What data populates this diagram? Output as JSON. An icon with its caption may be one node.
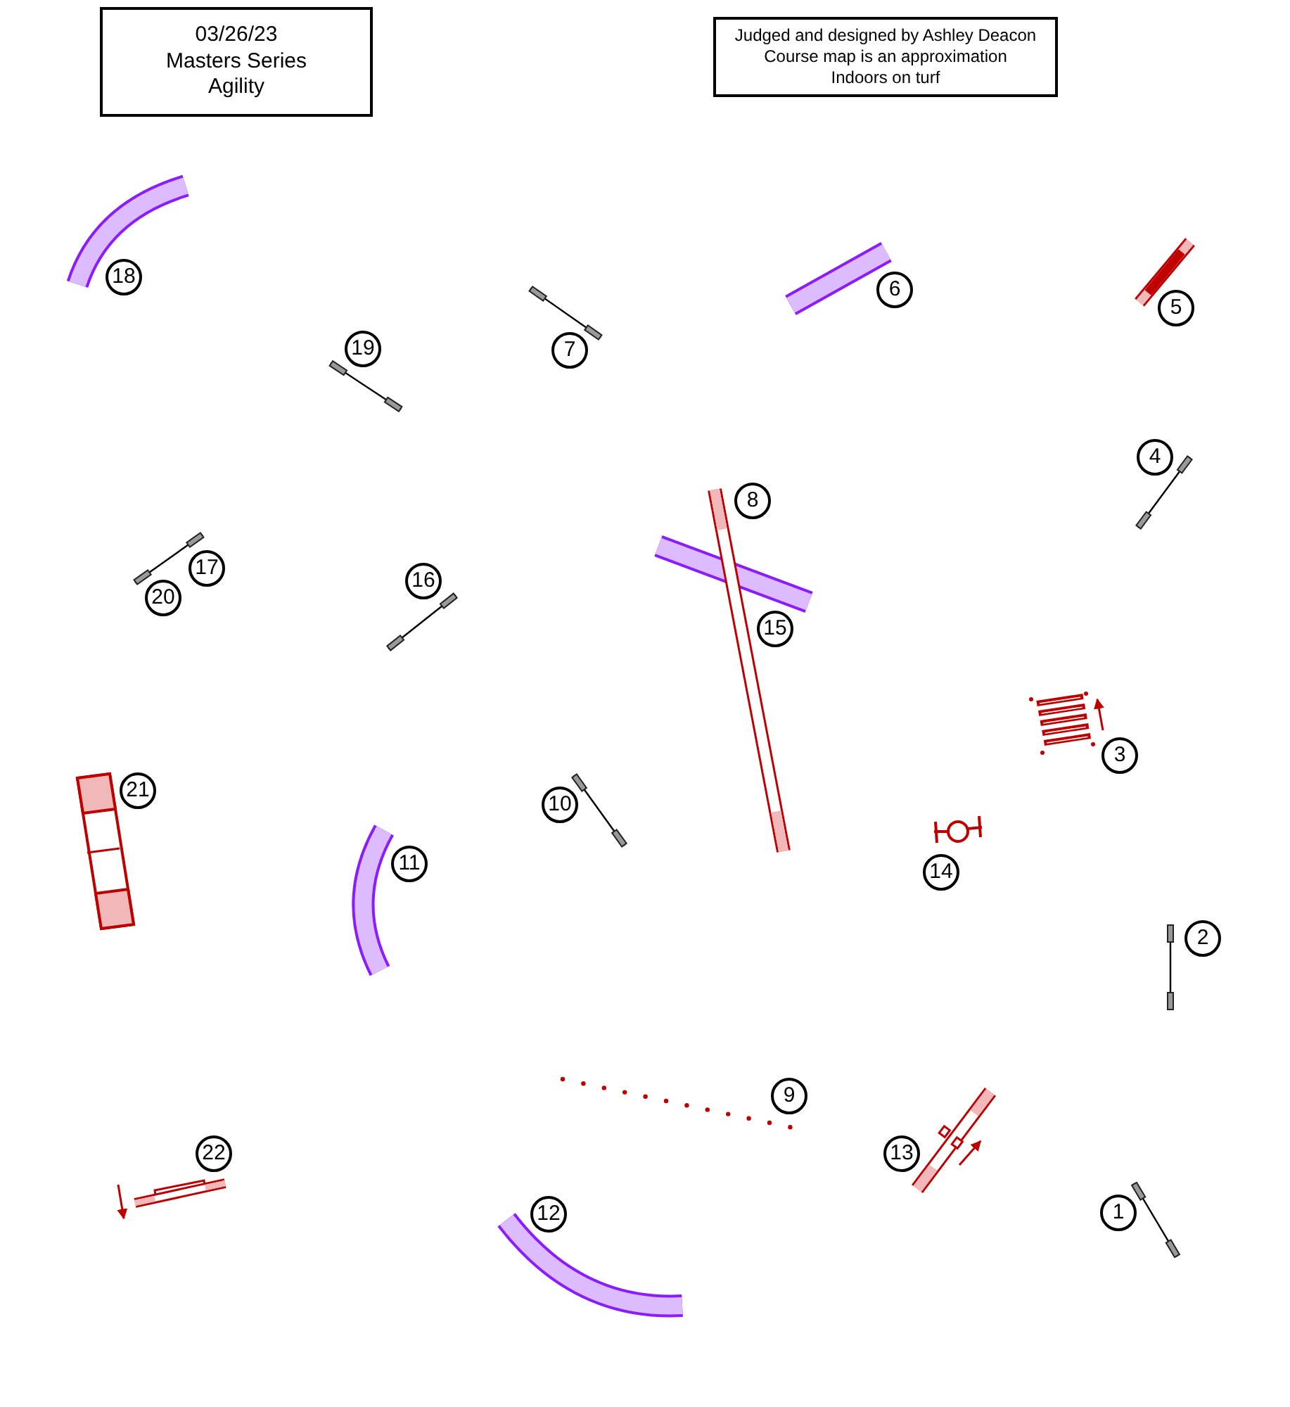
{
  "diagram": {
    "nodes": [
      {
        "text": [
          "03/26/23",
          "Masters Series",
          "Agility"
        ]
      },
      {
        "text": [
          "Judged and designed by Ashley Deacon",
          "Course map is an approximation",
          "Indoors on turf"
        ]
      },
      {
        "text": [
          "1"
        ]
      },
      {
        "text": [
          "2"
        ]
      },
      {
        "text": [
          "3"
        ]
      },
      {
        "text": [
          "4"
        ]
      },
      {
        "text": [
          "5"
        ]
      },
      {
        "text": [
          "6"
        ]
      },
      {
        "text": [
          "7"
        ]
      },
      {
        "text": [
          "8"
        ]
      },
      {
        "text": [
          "9"
        ]
      },
      {
        "text": [
          "10"
        ]
      },
      {
        "text": [
          "11"
        ]
      },
      {
        "text": [
          "12"
        ]
      },
      {
        "text": [
          "13"
        ]
      },
      {
        "text": [
          "14"
        ]
      },
      {
        "text": [
          "15"
        ]
      },
      {
        "text": [
          "16"
        ]
      },
      {
        "text": [
          "17"
        ]
      },
      {
        "text": [
          "18"
        ]
      },
      {
        "text": [
          "19"
        ]
      },
      {
        "text": [
          "20"
        ]
      },
      {
        "text": [
          "21"
        ]
      },
      {
        "text": [
          "22"
        ]
      }
    ],
    "edges": []
  }
}
